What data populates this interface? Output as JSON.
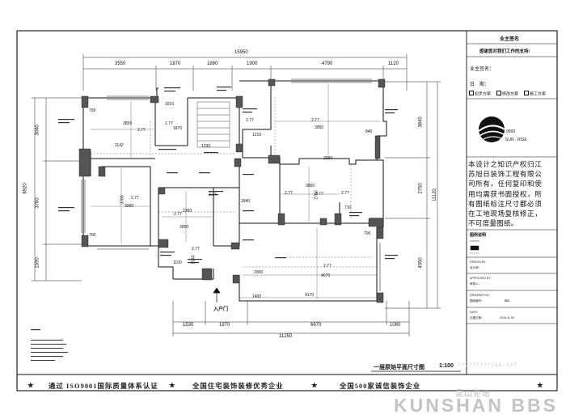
{
  "dimensions": {
    "top_total": "15950",
    "top_segments": [
      "3550",
      "1870",
      "1880",
      "1900",
      "4790",
      "1120"
    ],
    "left_total": "8920",
    "left_segments": [
      "3040",
      "3760",
      "1590"
    ],
    "right_outer": "11120",
    "right_segments": [
      "3840",
      "2750",
      "4050"
    ],
    "bottom_total": "11250",
    "bottom_segments": [
      "1530",
      "1970",
      "6670",
      "1080"
    ]
  },
  "rooms": {
    "heights": [
      "2.77",
      "2.77",
      "2.77",
      "2.77",
      "2.77",
      "2.77",
      "2.77",
      "2.77",
      "2.77",
      "2.77",
      "2.77",
      "2.77"
    ],
    "inner_dims": [
      "2850",
      "1010",
      "1870",
      "3950",
      "3780",
      "3060",
      "2360",
      "3950",
      "2940",
      "3060",
      "2750",
      "2980",
      "4170",
      "2000",
      "4670",
      "1142",
      "1230",
      "1210",
      "840",
      "1100",
      "1400",
      "1540",
      "700",
      "700",
      "700",
      "710"
    ],
    "entrance": "入户门"
  },
  "plan_title": "一层原始平面尺寸图",
  "plan_scale": "1:100",
  "title_block": {
    "owner_sign": "业主签名",
    "thanks": "感谢您对我们工作的支持!",
    "owner_sign2": "业主签名：",
    "date": "日　期：",
    "checks": [
      "初步方案",
      "修改方案",
      "施工方案"
    ],
    "logo_text": "SUN · RISE",
    "logo_num": "9999",
    "notice": "本设计之知识产权归江苏旭日装饰工程有限公司所有，任何复印和使用均需获书面授权，所有图纸标注尺寸都必须在工地现场复核修正，不可度量图纸。",
    "legend_title": "图例说明",
    "design_by_en": "DESIGN BY:",
    "design_by": "设计师：",
    "approved_en": "APPROVED BY:",
    "approved": "审核人：",
    "drawing_no_en": "DRAWING NO.",
    "drawing_no": "图纸编号：",
    "drawing_no_val": "001",
    "date_en": "DATE:",
    "date2": "出图日期：",
    "date_val": "2016.11.30"
  },
  "footer": {
    "item1": "通过 ISO9001国际质量体系认证",
    "item2": "全国住宅装饰装修优秀企业",
    "item3": "全国500家诚信装饰企业",
    "star": "★"
  },
  "watermark": {
    "line1": "昆山论坛",
    "line2": "KUNSHAN BBS",
    "phone": "?????????265-337"
  }
}
